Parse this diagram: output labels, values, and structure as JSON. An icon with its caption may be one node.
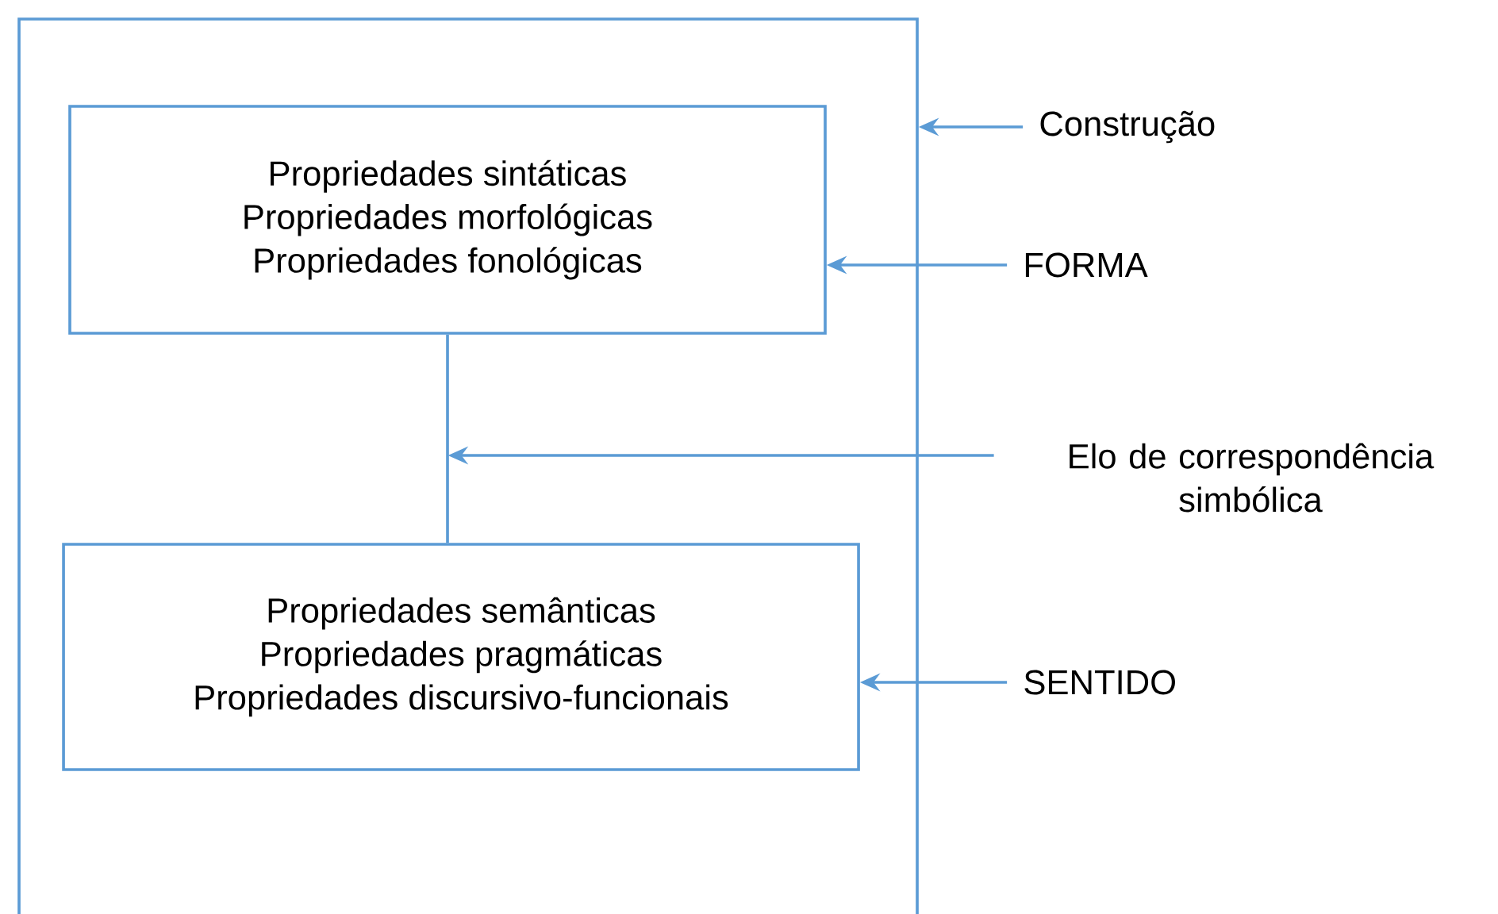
{
  "diagram": {
    "nodes": [
      {
        "text": [],
        "shape": "box"
      },
      {
        "text": [
          "Propriedades sintáticas",
          "Propriedades morfológicas",
          "Propriedades fonológicas"
        ],
        "in": 0
      },
      {
        "text": [
          "Propriedades semânticas",
          "Propriedades pragmáticas",
          "Propriedades discursivo-funcionais"
        ],
        "in": 0
      },
      {
        "text": [
          "Construção"
        ]
      },
      {
        "text": [
          "FORMA"
        ]
      },
      {
        "text": [
          "Elo de correspondência simbólica"
        ]
      },
      {
        "text": [
          "SENTIDO"
        ]
      }
    ],
    "edges": [
      {
        "from": 1,
        "to": 2,
        "arrow": "none"
      },
      {
        "from": 3,
        "to": 0,
        "arrow": "to"
      },
      {
        "from": 4,
        "to": 1,
        "arrow": "to"
      },
      {
        "from": 5,
        "to": null,
        "arrow": "to"
      },
      {
        "from": 6,
        "to": 2,
        "arrow": "to"
      }
    ]
  }
}
